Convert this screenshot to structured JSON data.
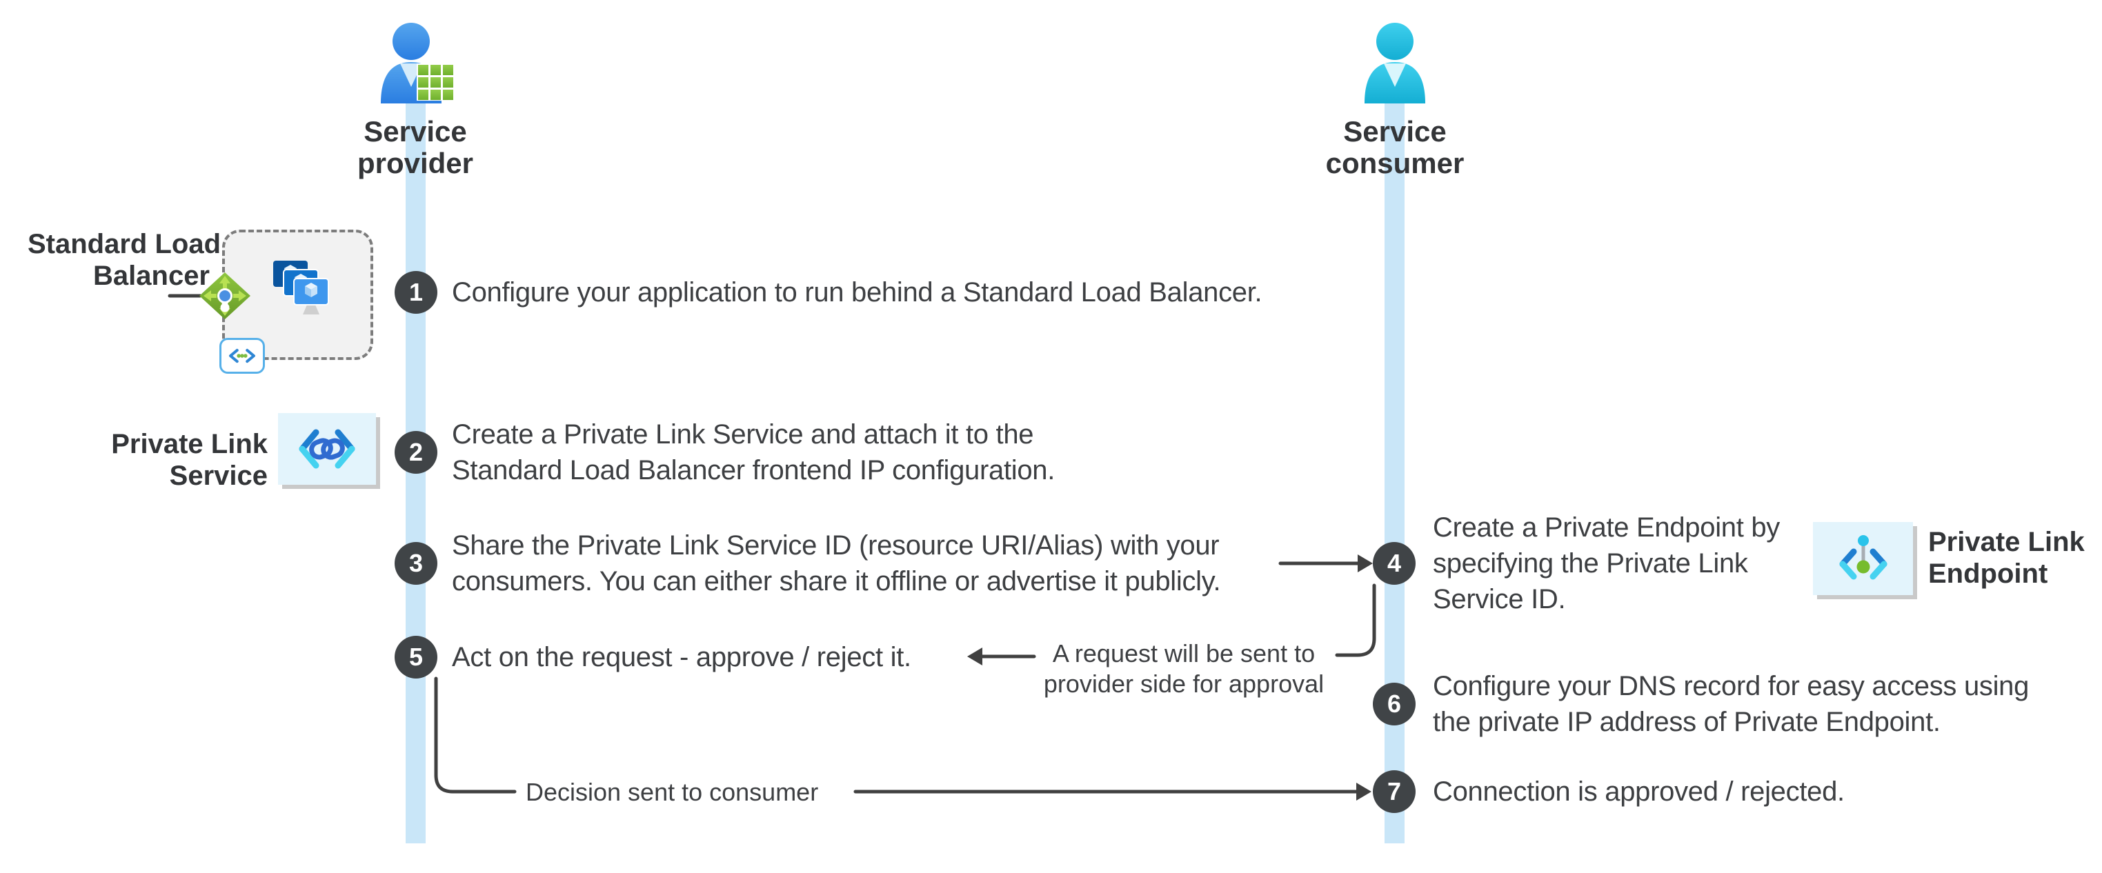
{
  "colors": {
    "lane": "#c9e6f8",
    "circle": "#404447",
    "text": "#3d3f42",
    "line": "#404040",
    "label": "#333538",
    "icon-bg": "#e3f4fc",
    "box-fill": "#f2f2f2",
    "box-border": "#7c7c7c"
  },
  "lanes": {
    "provider": {
      "label_lines": [
        "Service",
        "provider"
      ]
    },
    "consumer": {
      "label_lines": [
        "Service",
        "consumer"
      ]
    }
  },
  "steps": [
    {
      "num": "1",
      "lane": "provider",
      "lines": [
        "Configure your application to run behind a Standard Load Balancer."
      ]
    },
    {
      "num": "2",
      "lane": "provider",
      "lines": [
        "Create a Private Link Service and attach it to the",
        "Standard Load Balancer frontend IP configuration."
      ]
    },
    {
      "num": "3",
      "lane": "provider",
      "lines": [
        "Share the Private Link Service ID (resource URI/Alias) with your",
        "consumers. You can either share it offline or advertise it publicly."
      ]
    },
    {
      "num": "4",
      "lane": "consumer",
      "lines": [
        "Create a Private Endpoint by",
        "specifying the Private Link",
        "Service ID."
      ]
    },
    {
      "num": "5",
      "lane": "provider",
      "lines": [
        "Act on the request - approve / reject it."
      ]
    },
    {
      "num": "6",
      "lane": "consumer",
      "lines": [
        "Configure your DNS record for easy access using",
        "the private IP address of Private Endpoint."
      ]
    },
    {
      "num": "7",
      "lane": "consumer",
      "lines": [
        "Connection is approved / rejected."
      ]
    }
  ],
  "resources": {
    "load_balancer": {
      "label_lines": [
        "Standard Load",
        "Balancer"
      ]
    },
    "private_link_service": {
      "label_lines": [
        "Private Link",
        "Service"
      ]
    },
    "private_link_endpoint": {
      "label_lines": [
        "Private Link",
        "Endpoint"
      ]
    }
  },
  "annotations": {
    "request_note_lines": [
      "A request will be sent to",
      "provider side for approval"
    ],
    "decision_note": "Decision sent to consumer"
  }
}
